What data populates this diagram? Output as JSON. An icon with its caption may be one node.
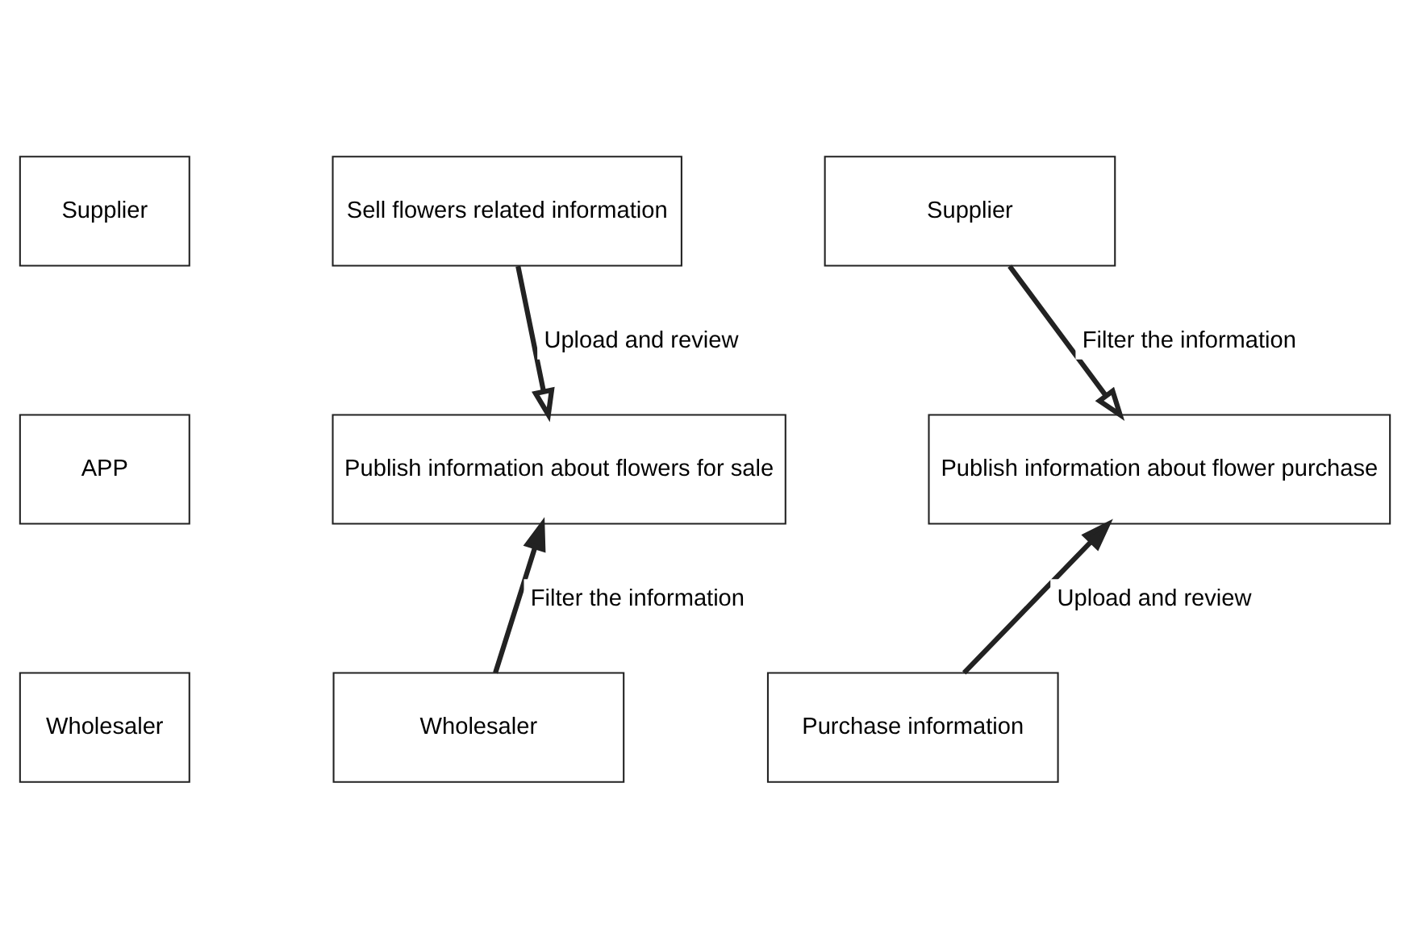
{
  "diagram": {
    "nodes": [
      {
        "text": [
          "Supplier"
        ]
      },
      {
        "text": [
          "Sell flowers related information"
        ]
      },
      {
        "text": [
          "Supplier"
        ]
      },
      {
        "text": [
          "APP"
        ]
      },
      {
        "text": [
          "Publish information about flowers for sale"
        ]
      },
      {
        "text": [
          "Publish information about flower purchase"
        ]
      },
      {
        "text": [
          "Wholesaler"
        ]
      },
      {
        "text": [
          "Wholesaler"
        ]
      },
      {
        "text": [
          "Purchase information"
        ]
      }
    ],
    "edges": [
      {
        "from": 1,
        "to": 4,
        "arrow": "to",
        "label": "Upload and review"
      },
      {
        "from": 2,
        "to": 5,
        "arrow": "to",
        "label": "Filter the information"
      },
      {
        "from": 7,
        "to": 4,
        "arrow": "to",
        "label": "Filter the information"
      },
      {
        "from": 8,
        "to": 5,
        "arrow": "to",
        "label": "Upload and review"
      }
    ]
  }
}
